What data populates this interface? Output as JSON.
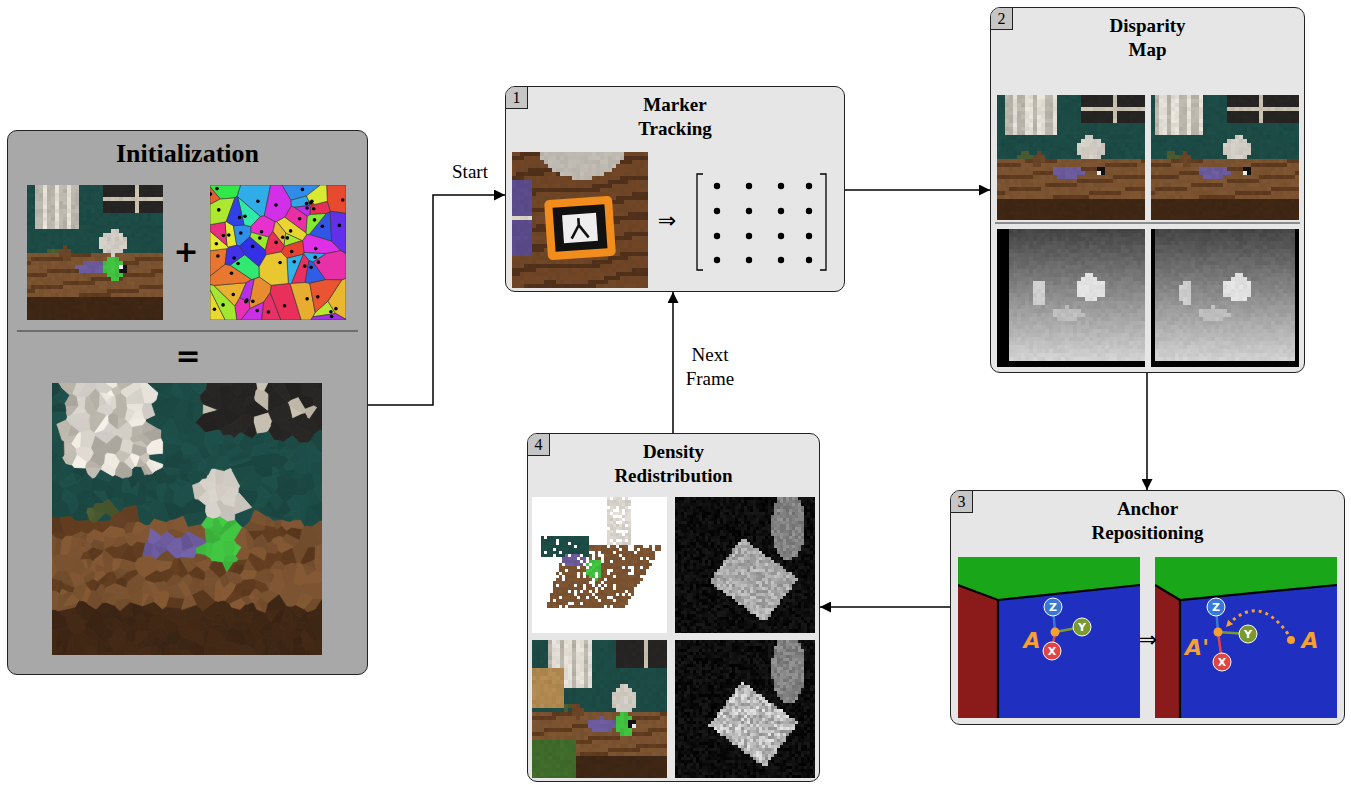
{
  "diagram": {
    "nodes": [
      {
        "text": [
          "Initialization"
        ]
      },
      {
        "text": [
          "1",
          "Marker Tracking"
        ]
      },
      {
        "text": [
          "2",
          "Disparity Map"
        ]
      },
      {
        "text": [
          "3",
          "Anchor Repositioning"
        ]
      },
      {
        "text": [
          "4",
          "Density Redistribution"
        ]
      }
    ],
    "edges": [
      {
        "from": 0,
        "to": 1,
        "arrow": "to",
        "label": "Start"
      },
      {
        "from": 1,
        "to": 2,
        "arrow": "to"
      },
      {
        "from": 2,
        "to": 3,
        "arrow": "to"
      },
      {
        "from": 3,
        "to": 4,
        "arrow": "to"
      },
      {
        "from": 4,
        "to": 1,
        "arrow": "to",
        "label": "Next Frame"
      }
    ],
    "labels": [
      "+",
      "=",
      "⇒",
      "Z",
      "Y",
      "X",
      "A",
      "⇒",
      "Z",
      "Y",
      "X",
      "A'",
      "A"
    ]
  }
}
